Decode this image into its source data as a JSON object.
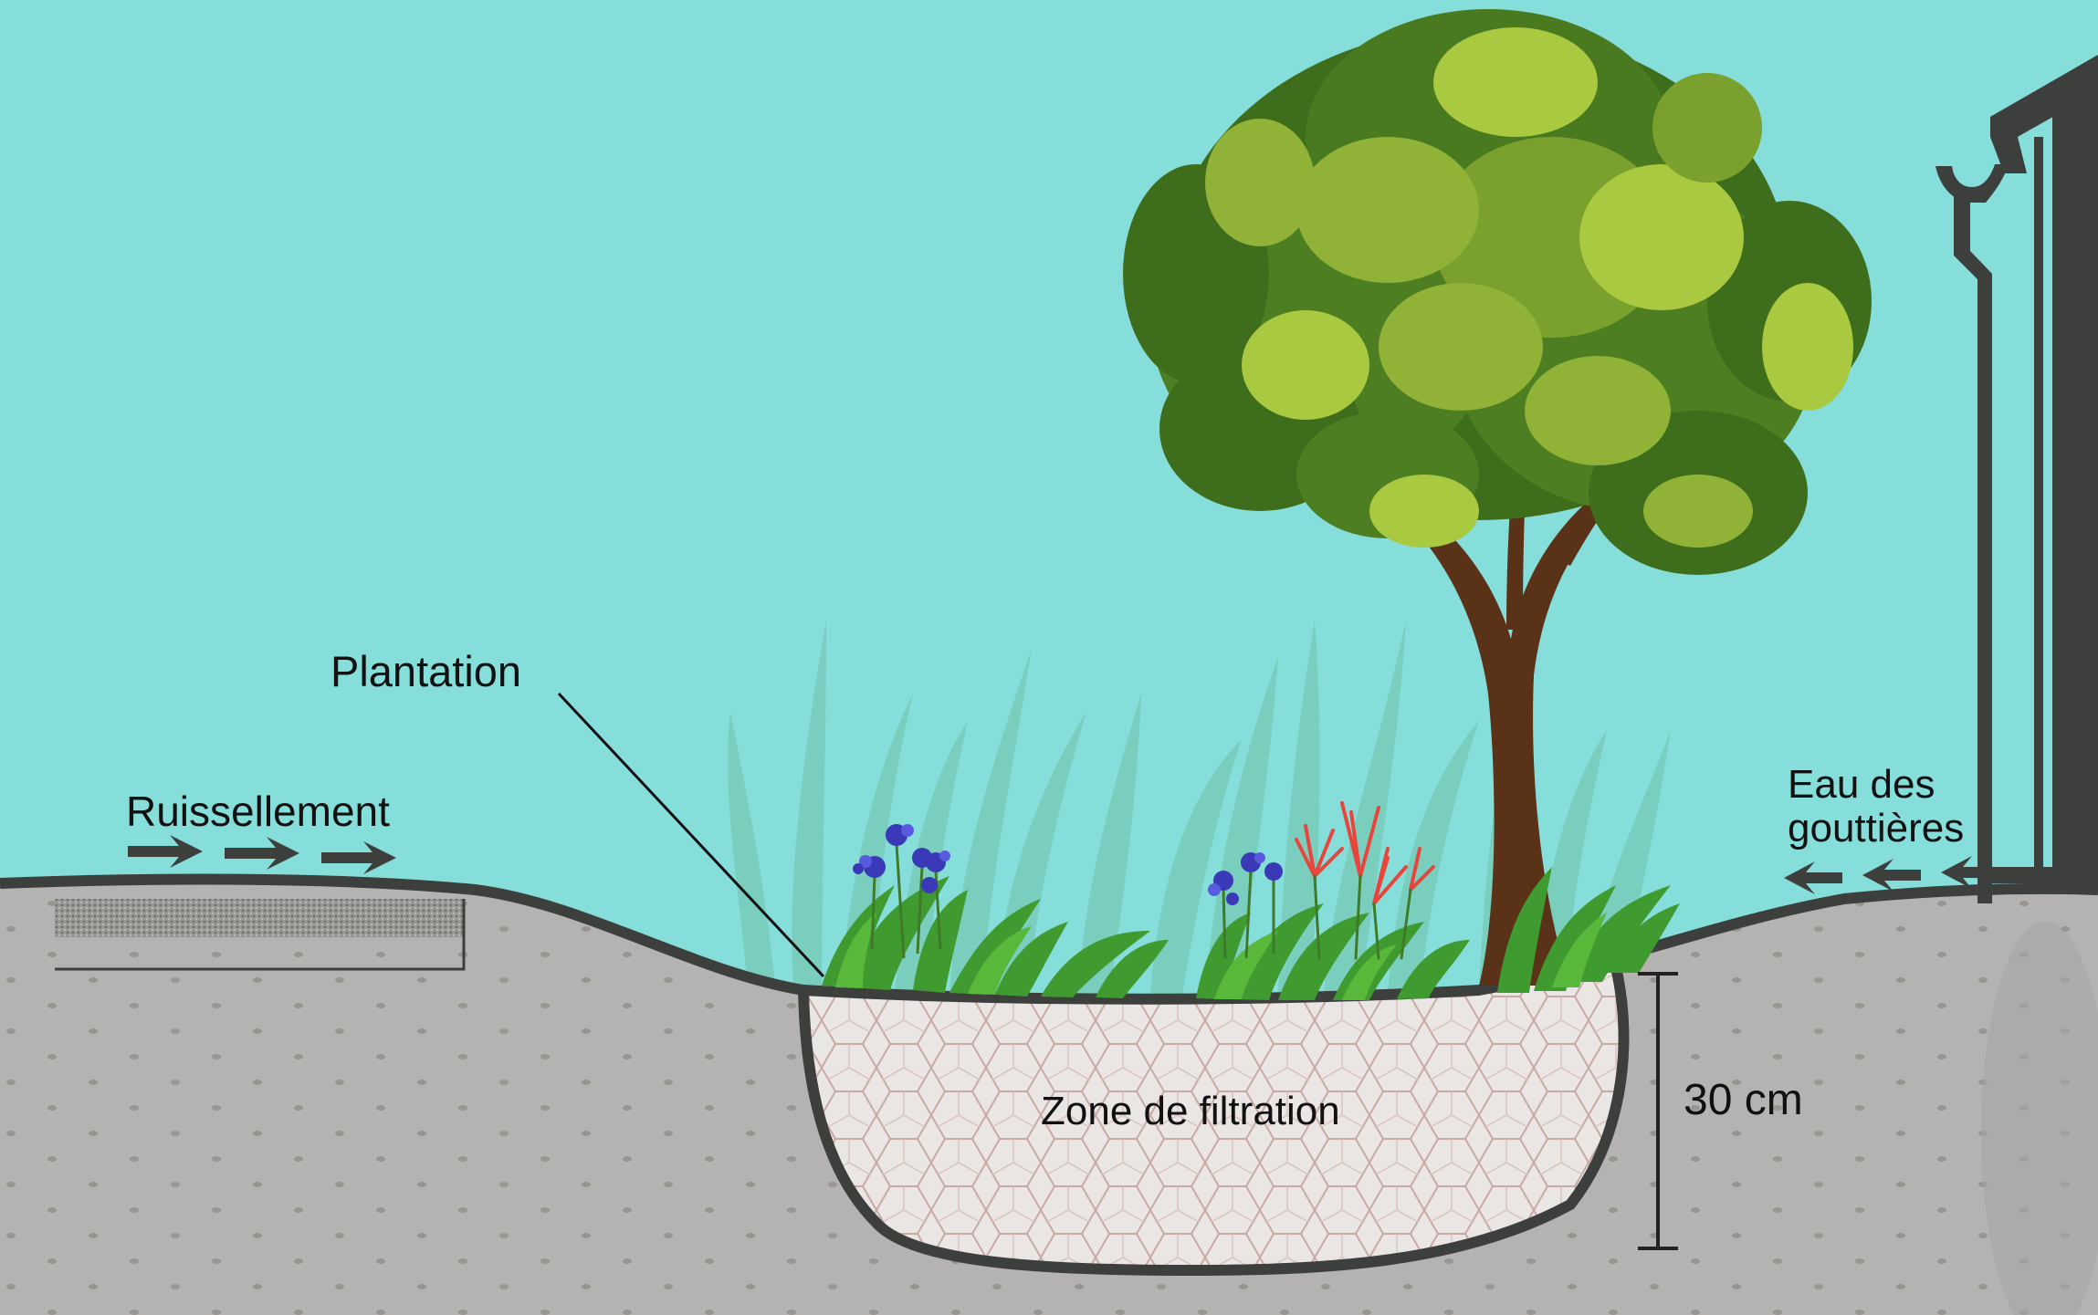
{
  "labels": {
    "plantation": "Plantation",
    "ruissellement": "Ruissellement",
    "eau_line1": "Eau des",
    "eau_line2": "gouttières",
    "zone": "Zone de filtration",
    "depth": "30 cm"
  },
  "colors": {
    "sky": "#86dedb",
    "soil": "#b4b3b1",
    "outline": "#3d3f3d",
    "filtration_fill": "#e9e6e4",
    "filtration_pattern": "#c9a9a3",
    "foliage_dark": "#3e6d1c",
    "foliage_light": "#a9c940",
    "trunk": "#5a3218",
    "iris": "#3a3ab8",
    "red_flower": "#e8453c"
  }
}
